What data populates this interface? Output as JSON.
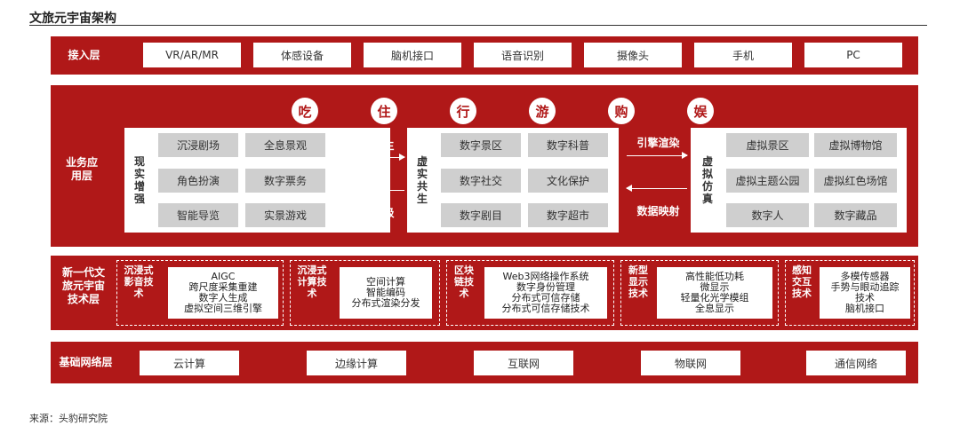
{
  "title": "文旅元宇宙架构",
  "access_layer": {
    "label": "接入层",
    "items": [
      "VR/AR/MR",
      "体感设备",
      "脑机接口",
      "语音识别",
      "摄像头",
      "手机",
      "PC"
    ]
  },
  "business_layer": {
    "label": "业务应用层",
    "circles": [
      "吃",
      "住",
      "行",
      "游",
      "购",
      "娱"
    ],
    "reality_augmentation": {
      "label": "现实增强",
      "items": [
        "沉浸剧场",
        "全息景观",
        "角色扮演",
        "数字票务",
        "智能导览",
        "实景游戏"
      ]
    },
    "virtual_coexistence": {
      "label": "虚实共生",
      "items": [
        "数字景区",
        "数字科普",
        "数字社交",
        "文化保护",
        "数字剧目",
        "数字超市"
      ]
    },
    "virtual_simulation": {
      "label": "虚拟仿真",
      "items": [
        "虚拟景区",
        "虚拟博物馆",
        "虚拟主题公园",
        "虚拟红色场馆",
        "数字人",
        "数字藏品"
      ]
    },
    "arrows": {
      "digital_twin": "数字孪生",
      "interaction_upgrade": "交互升级",
      "engine_render": "引擎渲染",
      "data_mapping": "数据映射"
    }
  },
  "tech_layer": {
    "label": "新一代文旅元宇宙技术层",
    "groups": [
      {
        "label": "沉浸式影音技术",
        "lines": [
          "AIGC",
          "跨尺度采集重建",
          "数字人生成",
          "虚拟空间三维引擎"
        ]
      },
      {
        "label": "沉浸式计算技术",
        "lines": [
          "空间计算",
          "智能编码",
          "分布式渲染分发"
        ]
      },
      {
        "label": "区块链技术",
        "lines": [
          "Web3网络操作系统",
          "数字身份管理",
          "分布式可信存储",
          "分布式可信存储技术"
        ]
      },
      {
        "label": "新型显示技术",
        "lines": [
          "高性能低功耗",
          "微显示",
          "轻量化光学模组",
          "全息显示"
        ]
      },
      {
        "label": "感知交互技术",
        "lines": [
          "多模传感器",
          "手势与眼动追踪",
          "技术",
          "脑机接口"
        ]
      }
    ]
  },
  "network_layer": {
    "label": "基础网络层",
    "items": [
      "云计算",
      "边缘计算",
      "互联网",
      "物联网",
      "通信网络"
    ]
  },
  "source": "来源：头豹研究院"
}
